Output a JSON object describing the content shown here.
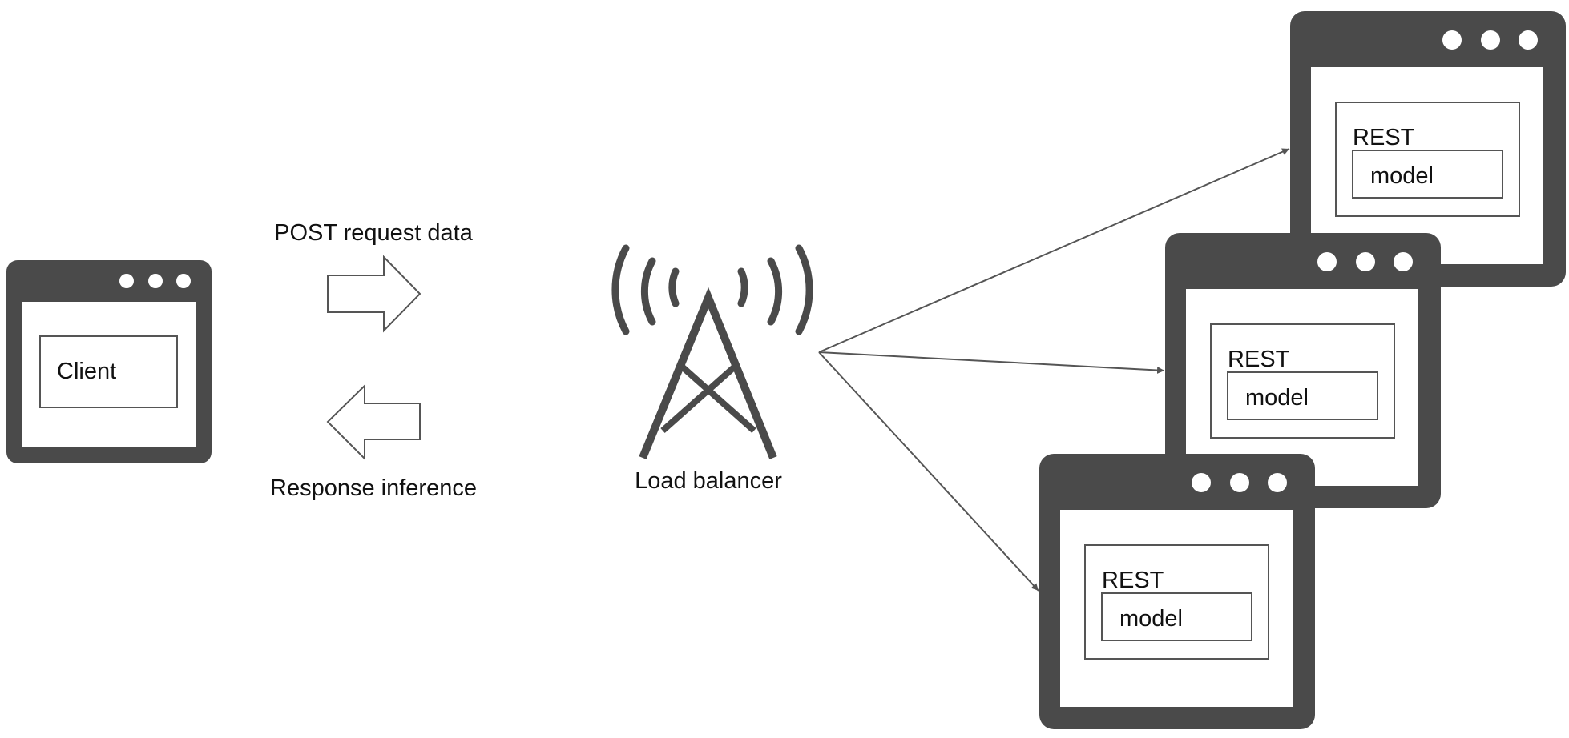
{
  "client": {
    "label": "Client"
  },
  "request": {
    "label": "POST request data"
  },
  "response": {
    "label": "Response inference"
  },
  "load_balancer": {
    "label": "Load balancer"
  },
  "servers": [
    {
      "outer_label": "REST",
      "inner_label": "model"
    },
    {
      "outer_label": "REST",
      "inner_label": "model"
    },
    {
      "outer_label": "REST",
      "inner_label": "model"
    }
  ],
  "colors": {
    "frame": "#4a4a4a",
    "stroke": "#555555",
    "text": "#111111",
    "background": "#ffffff"
  }
}
